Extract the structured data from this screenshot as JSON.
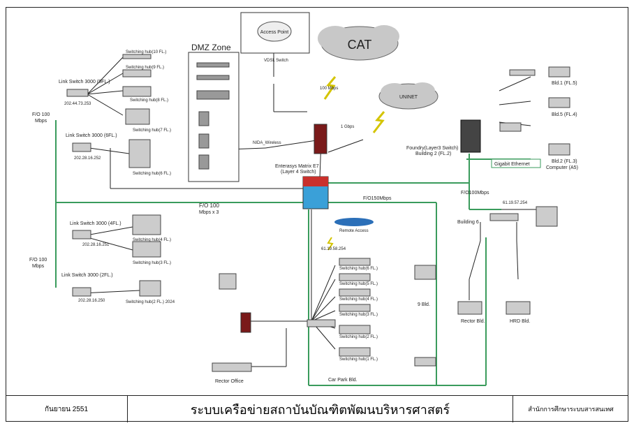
{
  "diagram": {
    "clouds": {
      "cat": "CAT",
      "uninet": "UNINET"
    },
    "zones": {
      "dmz": "DMZ Zone",
      "access_point": "Access Point"
    },
    "core": {
      "name": "Enterasys Matrix E7",
      "sub": "(Layer 4 Switch)",
      "foundry": "Foundry(Layer3 Switch)",
      "foundry_sub": "Building 2 (FL.2)"
    },
    "left_links": {
      "ls9": "Link Switch 3000 (9FL.)",
      "ip9": "202.44.73.253",
      "ls6": "Link Switch 3000 (6FL.)",
      "ip6": "202.28.16.252",
      "ls4": "Link Switch 3000 (4FL.)",
      "ip4": "202.28.16.251",
      "ls2": "Link Switch 3000 (2FL.)",
      "ip2": "202.28.16.250",
      "fo1": "F/O 100",
      "fo1b": "Mbps",
      "fo2": "F/O 100",
      "fo2b": "Mbps",
      "fo3": "F/O 100",
      "fo3b": "Mbps x 3"
    },
    "left_hubs": {
      "h10": "Switching hub(10 FL.)",
      "h9": "Switching hub(9 FL.)",
      "h8": "Switching hub(8 FL.)",
      "h7": "Switching hub(7 FL.)",
      "h6": "Switching hub(6 FL.)",
      "h4": "Switching hub(4 FL.)",
      "h3": "Switching hub(3 FL.)",
      "h2": "Switching hub(2 FL.) 2024"
    },
    "right": {
      "bld1": "Bld.1 (FL.5)",
      "bld5": "Bld.5 (FL.4)",
      "bld2": "Bld.2 (FL.3)",
      "computer": "Computer (A5)",
      "gigabit": "Gigabit  Ethernet",
      "fo100": "F/O100Mbps",
      "b6ip": "61.19.57.254",
      "b6": "Building 6",
      "rector_bld": "Rector Bld.",
      "hrd_bld": "HRD Bld."
    },
    "center": {
      "fo150": "F/O150Mbps",
      "remote": "Remote Access",
      "vdsl": "VDSL Switch",
      "nida": "NIDA_Wireless",
      "cp_ip": "61.19.58.254",
      "cp1": "Switching hub(6 FL.)",
      "cp2": "Switching hub(5 FL.)",
      "cp3": "Switching hub(4 FL.)",
      "cp4": "Switching hub(3 FL.)",
      "cp5": "Switching hub(2 FL.)",
      "cp6": "Switching hub(1 FL.)",
      "car_park": "Car Park Bld.",
      "rector_office": "Rector Office",
      "bld9": "9 Bld.",
      "speed1": "1 Gbps",
      "speed2": "100 Mbps"
    }
  },
  "footer": {
    "date": "กันยายน 2551",
    "title": "ระบบเครือข่ายสถาบันบัณฑิตพัฒนบริหารศาสตร์",
    "org": "สำนักการศึกษาระบบสารสนเทศ"
  }
}
